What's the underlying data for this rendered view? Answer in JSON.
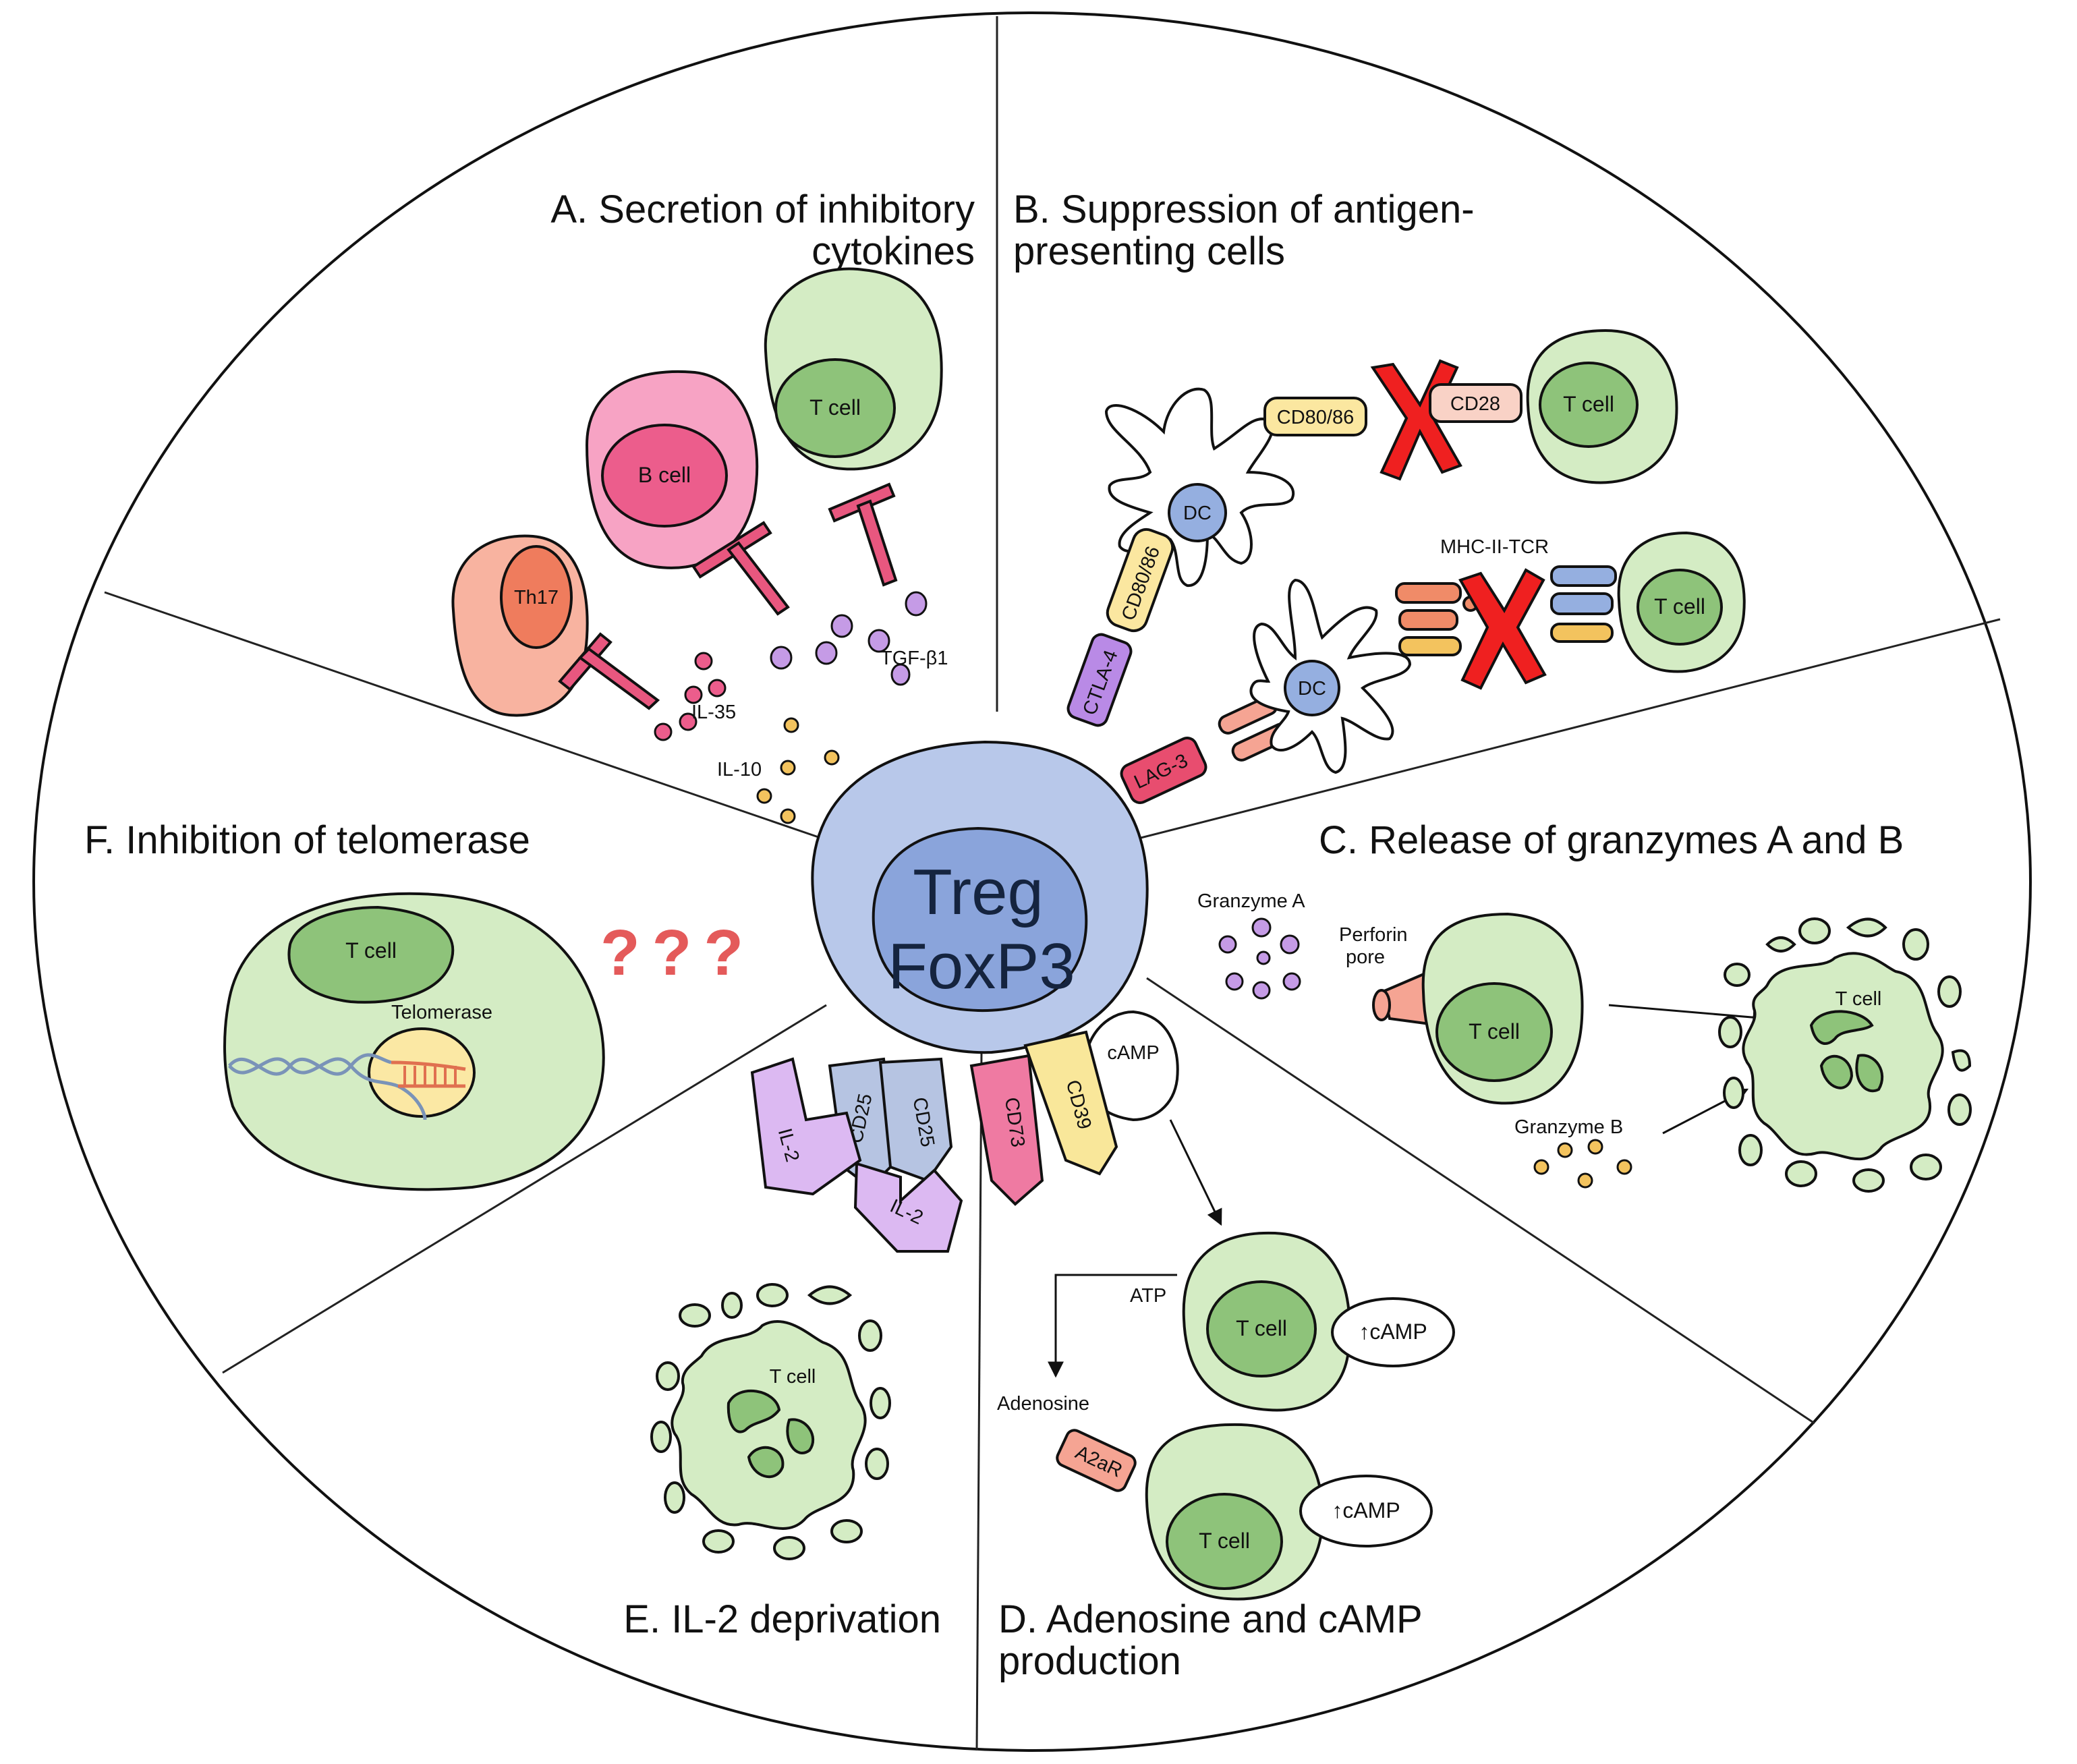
{
  "sections": {
    "A": {
      "title_line1": "A. Secretion of inhibitory",
      "title_line2": "cytokines"
    },
    "B": {
      "title_line1": "B. Suppression of antigen-",
      "title_line2": "presenting cells"
    },
    "C": {
      "title": "C. Release of granzymes A and B"
    },
    "D": {
      "title_line1": "D. Adenosine and cAMP",
      "title_line2": "production"
    },
    "E": {
      "title": "E. IL-2 deprivation"
    },
    "F": {
      "title": "F. Inhibition of telomerase"
    }
  },
  "center": {
    "line1": "Treg",
    "line2": "FoxP3"
  },
  "labels": {
    "b_cell": "B cell",
    "t_cell": "T cell",
    "th17": "Th17",
    "il35": "IL-35",
    "il10": "IL-10",
    "tgfb1": "TGF-β1",
    "dc": "DC",
    "cd80_86": "CD80/86",
    "cd28": "CD28",
    "ctla4": "CTLA-4",
    "lag3": "LAG-3",
    "mhc_tcr": "MHC-II-TCR",
    "granzyme_a": "Granzyme A",
    "granzyme_b": "Granzyme B",
    "perforin_line1": "Perforin",
    "perforin_line2": "pore",
    "camp": "cAMP",
    "up_camp": "↑cAMP",
    "atp": "ATP",
    "adenosine": "Adenosine",
    "a2ar": "A2aR",
    "cd73": "CD73",
    "cd39": "CD39",
    "cd25": "CD25",
    "il2": "IL-2",
    "telomerase": "Telomerase",
    "question": "???"
  },
  "colors": {
    "tcell_outer": "#d4ecc4",
    "tcell_inner": "#8ec37a",
    "bcell_outer": "#f7a3c4",
    "bcell_inner": "#ec5d8c",
    "th17_outer": "#f8b3a0",
    "th17_inner": "#ef7c5d",
    "treg_outer": "#b8c8ea",
    "treg_inner": "#8aa4db",
    "dc": "#95afe0",
    "inhibitor": "#e8577f",
    "purple": "#c59be6",
    "yellow": "#f3c35e",
    "cross": "#ef2020",
    "cd80": "#fbe7a0",
    "cd28": "#f9d2c6",
    "ctla4": "#b98ae6",
    "lag3": "#e84d6f",
    "a2ar": "#f5a493",
    "cd73": "#ef7aa2",
    "cd39": "#f9e79a",
    "cd25": "#b6c4e2",
    "il2": "#dcb9f2",
    "telomerase": "#fbe8a4"
  }
}
